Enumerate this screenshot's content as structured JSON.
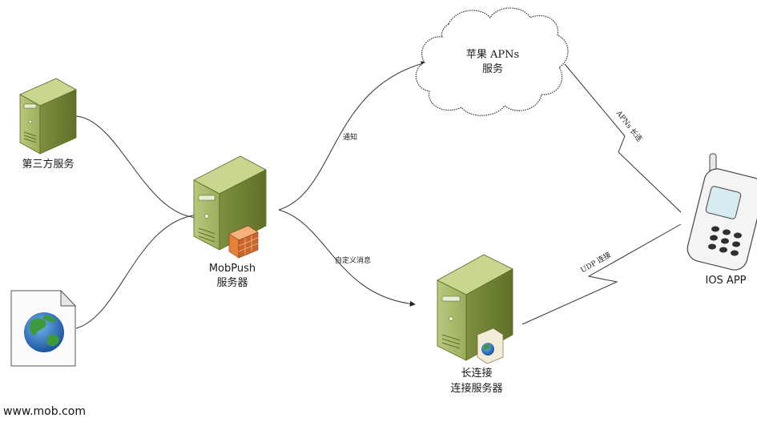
{
  "nodes": {
    "third_party": {
      "label": "第三方服务"
    },
    "mobpush": {
      "label_line1": "MobPush",
      "label_line2": "服务器"
    },
    "apns": {
      "label_line1": "苹果 APNs",
      "label_line2": "服务"
    },
    "long_conn": {
      "label_line1": "长连接",
      "label_line2": "连接服务器"
    },
    "ios_app": {
      "label": "IOS APP"
    }
  },
  "edges": {
    "notify": "通知",
    "custom_msg": "自定义消息",
    "apns_long": "APNs 长连",
    "udp": "UDP 连接"
  },
  "footer": {
    "url": "www.mob.com"
  },
  "colors": {
    "server_body": "#9aae5c",
    "server_dark": "#6f8236",
    "firewall": "#e8803a",
    "globe_blue": "#1f5fae",
    "globe_green": "#3c9a3a"
  }
}
